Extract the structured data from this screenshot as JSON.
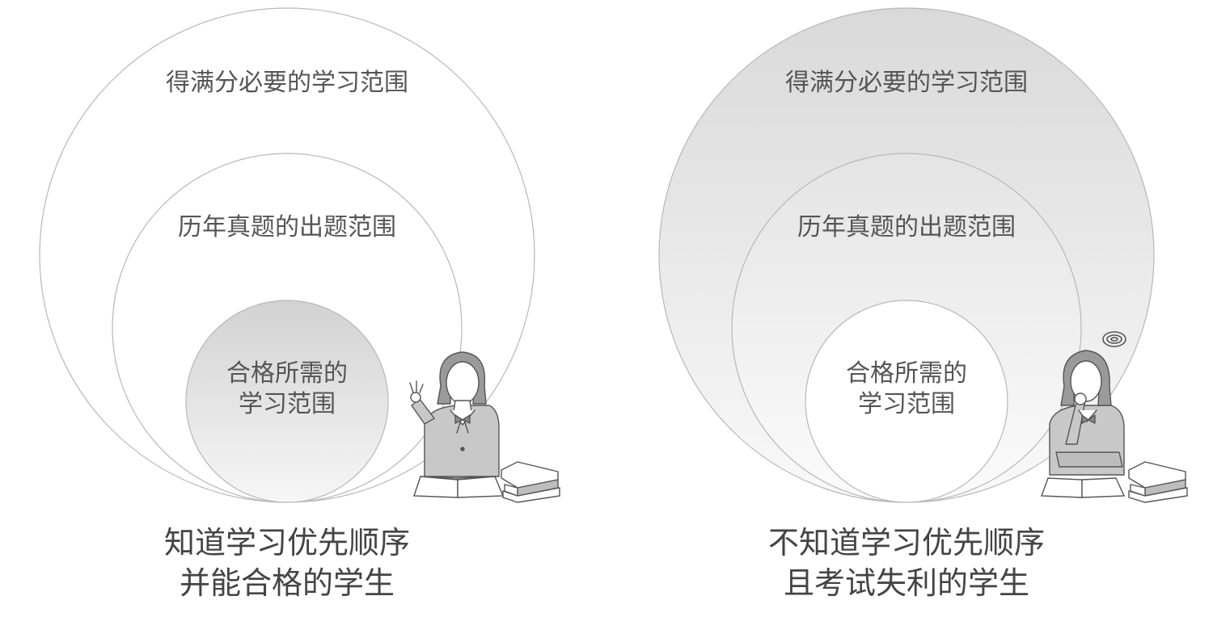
{
  "panels": [
    {
      "id": "left",
      "outer_label": "得满分必要的学习范围",
      "middle_label": "历年真题的出题范围",
      "inner_label_line1": "合格所需的",
      "inner_label_line2": "学习范围",
      "caption_line1": "知道学习优先顺序",
      "caption_line2": "并能合格的学生",
      "highlighted_region": "inner"
    },
    {
      "id": "right",
      "outer_label": "得满分必要的学习范围",
      "middle_label": "历年真题的出题范围",
      "inner_label_line1": "合格所需的",
      "inner_label_line2": "学习范围",
      "caption_line1": "不知道学习优先顺序",
      "caption_line2": "且考试失利的学生",
      "highlighted_region": "outer"
    }
  ],
  "colors": {
    "circle_stroke": "#b8b8b8",
    "label_text": "#555555",
    "caption_text": "#444444",
    "shade_light": "#f7f7f7",
    "shade_dark": "#d8d8d8"
  },
  "icons": {
    "left_student": "student-ok-gesture-icon",
    "right_student": "student-confused-icon",
    "books": "book-stack-icon",
    "open_book": "open-book-icon",
    "confusion": "swirl-icon"
  }
}
